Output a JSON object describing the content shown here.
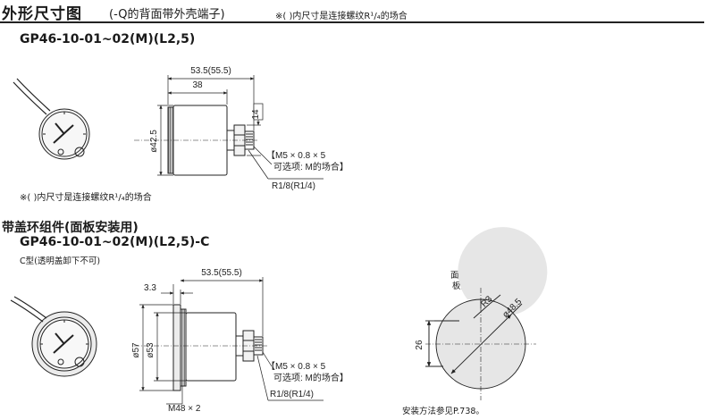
{
  "header": {
    "title": "外形尺寸图",
    "subtitle": "(-Q的背面带外壳端子)",
    "note": "※(   )内尺寸是连接螺纹R¹/₄的场合"
  },
  "section1": {
    "model": "GP46-10-01~02(M)(L2,5)",
    "note": "※(   )内尺寸是连接螺纹R¹/₄的场合",
    "dims": {
      "total_length": "53.5(55.5)",
      "body_length": "38",
      "diameter": "ø42.5",
      "hex": "14",
      "thread_line1": "【M5 × 0.8 × 5",
      "thread_line2": "可选项: M的场合】",
      "connection": "R1/8(R1/4)"
    }
  },
  "section2": {
    "heading": "带盖环组件(面板安装用)",
    "model": "GP46-10-01~02(M)(L2,5)-C",
    "subnote": "C型(透明盖卸下不可)",
    "dims": {
      "flange": "3.3",
      "total_length": "53.5(55.5)",
      "outer_dia": "ø57",
      "inner_dia": "ø53",
      "thread_line1": "【M5 × 0.8 × 5",
      "thread_line2": "可选项: M的场合】",
      "connection": "R1/8(R1/4)",
      "ring_thread": "M48 × 2"
    }
  },
  "panel": {
    "title_line1": "面板开孔尺寸",
    "title_line2": "板厚Max.3.5t",
    "radius": "R3",
    "diameter": "ø48.5",
    "height": "26",
    "install_ref": "安装方法参见P.738。"
  }
}
